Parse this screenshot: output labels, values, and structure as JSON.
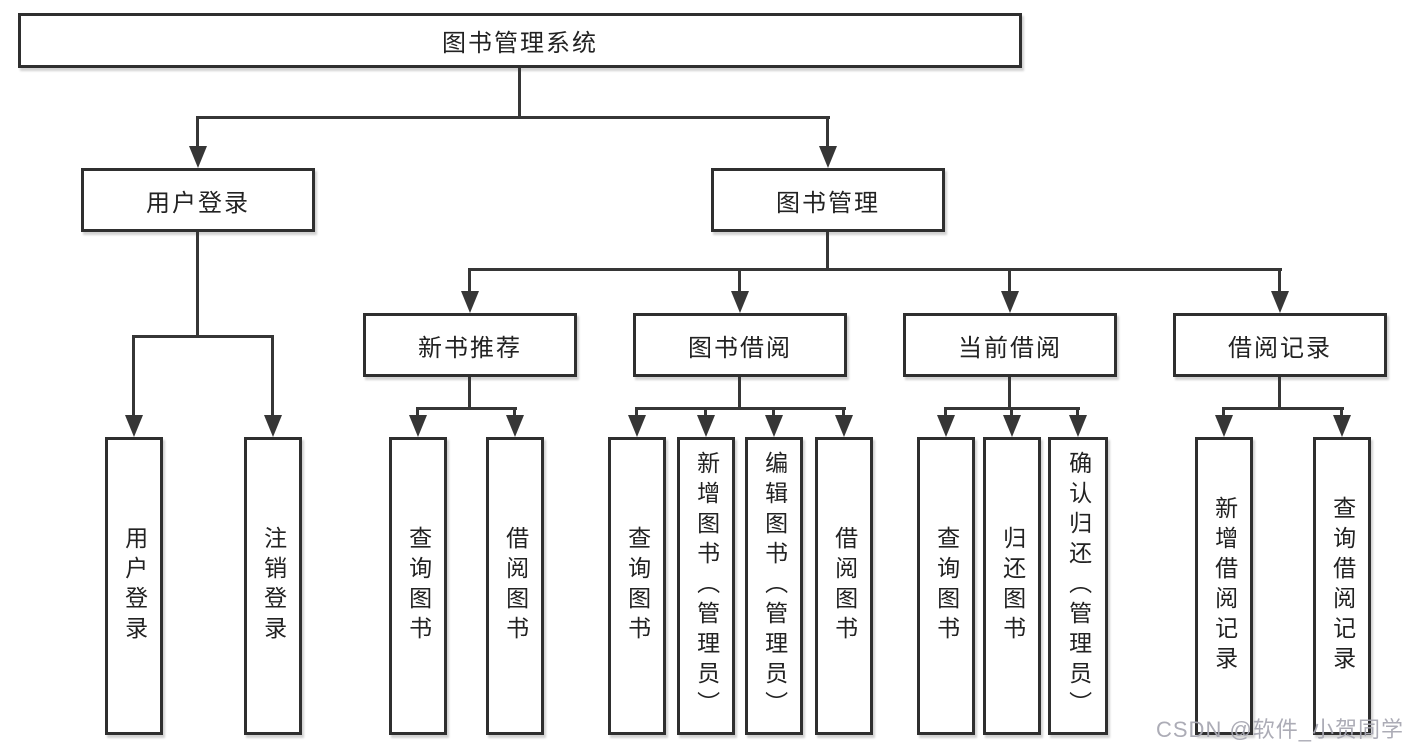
{
  "tree": {
    "label": "图书管理系统",
    "children": [
      {
        "label": "用户登录",
        "children": [
          {
            "label": "用户登录"
          },
          {
            "label": "注销登录"
          }
        ]
      },
      {
        "label": "图书管理",
        "children": [
          {
            "label": "新书推荐",
            "children": [
              {
                "label": "查询图书"
              },
              {
                "label": "借阅图书"
              }
            ]
          },
          {
            "label": "图书借阅",
            "children": [
              {
                "label": "查询图书"
              },
              {
                "label": "新增图书（管理员）"
              },
              {
                "label": "编辑图书（管理员）"
              },
              {
                "label": "借阅图书"
              }
            ]
          },
          {
            "label": "当前借阅",
            "children": [
              {
                "label": "查询图书"
              },
              {
                "label": "归还图书"
              },
              {
                "label": "确认归还（管理员）"
              }
            ]
          },
          {
            "label": "借阅记录",
            "children": [
              {
                "label": "新增借阅记录"
              },
              {
                "label": "查询借阅记录"
              }
            ]
          }
        ]
      }
    ]
  },
  "watermark": {
    "text": "CSDN @软件_小贺同学"
  },
  "colors": {
    "background": "#ffffff",
    "box_border": "#2f2f2f",
    "line": "#363636",
    "text": "#222222",
    "watermark": "#a8a8b2"
  }
}
